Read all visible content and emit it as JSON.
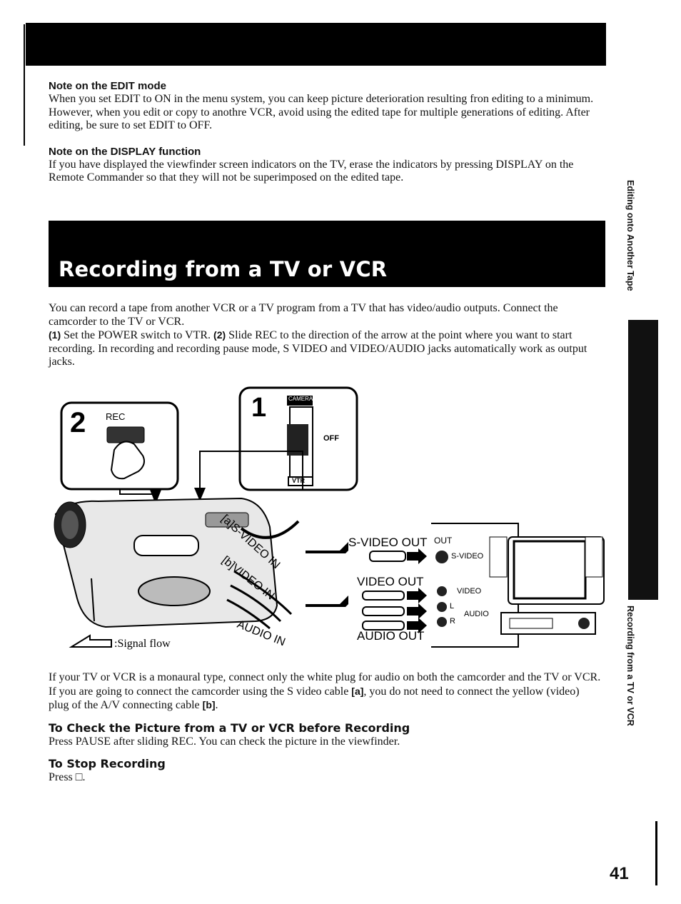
{
  "notes": [
    {
      "heading": "Note on the EDIT mode",
      "body": "When you set EDIT to ON in the menu system, you can keep picture deterioration resulting fron editing to a minimum. However, when you edit or copy to anothre VCR, avoid using the edited tape for multiple generations of editing. After editing, be sure to set EDIT to OFF."
    },
    {
      "heading": "Note on the DISPLAY function",
      "body": "If you have displayed the viewfinder screen indicators on the TV, erase the indicators by pressing DISPLAY on the Remote Commander so that they will not be superimposed on the edited tape."
    }
  ],
  "section": {
    "title": "Recording from a TV or VCR"
  },
  "intro": {
    "line1": "You can record a tape from another VCR or a TV program from a TV that has video/audio outputs. Connect the camcorder to the TV or VCR.",
    "step1_num": "(1)",
    "step1_text": " Set the POWER switch to VTR. ",
    "step2_num": "(2)",
    "step2_text": " Slide REC to the direction of the arrow at the point where you want to start recording. In recording and recording pause mode, S VIDEO and VIDEO/AUDIO jacks automatically work as output jacks."
  },
  "diagram": {
    "step2_number": "2",
    "rec_label": "REC",
    "step1_number": "1",
    "camera_label": "CAMERA",
    "off_label": "OFF",
    "vtr_label": "VTR",
    "s_video_in": "[a]S-VIDEO IN",
    "video_in": "[b]VIDEO IN",
    "audio_in": "AUDIO IN",
    "s_video_out": "S-VIDEO OUT",
    "video_out": "VIDEO OUT",
    "audio_out": "AUDIO OUT",
    "out_label": "OUT",
    "panel_s_video": "S-VIDEO",
    "panel_video": "VIDEO",
    "panel_l": "L",
    "panel_r": "R",
    "panel_audio": "AUDIO",
    "signal_flow": ":Signal flow"
  },
  "after": {
    "para1": "If your TV or VCR is a monaural type, connect only the white plug for audio on both the camcorder and the TV or VCR.",
    "para2_a": "If you are going to connect the camcorder using the S video cable ",
    "para2_a_tag": "[a]",
    "para2_b": ", you do not need to connect the yellow (video) plug of the A/V connecting cable ",
    "para2_b_tag": "[b]",
    "para2_c": ".",
    "heading_check": "To Check the Picture from a TV or VCR before Recording",
    "check_body": "Press PAUSE after sliding REC. You can check the picture in the viewfinder.",
    "heading_stop": "To Stop Recording",
    "stop_body": "Press ",
    "stop_symbol": "□",
    "stop_end": "."
  },
  "side": {
    "top_label": "Editing onto Another Tape",
    "bottom_label": "Recording from a TV or VCR"
  },
  "page_number": "41"
}
